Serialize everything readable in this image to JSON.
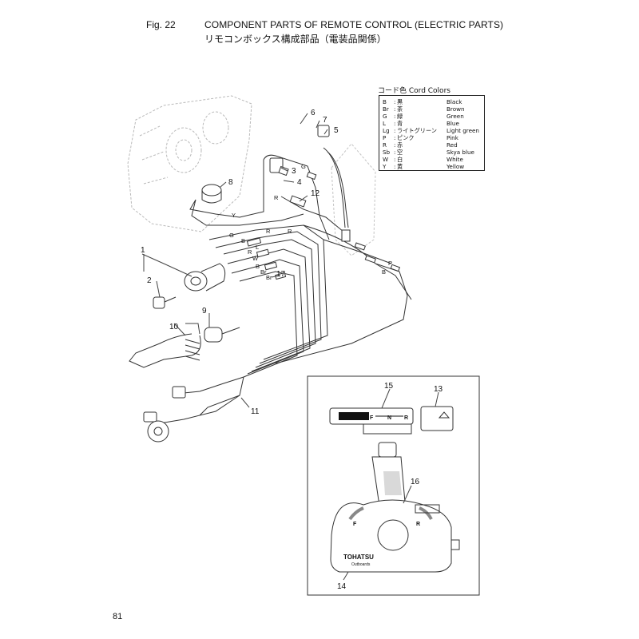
{
  "header": {
    "fig_label": "Fig. 22",
    "title": "COMPONENT PARTS OF REMOTE CONTROL (ELECTRIC PARTS)",
    "subtitle_jp": "リモコンボックス構成部品（電装品関係）"
  },
  "cord_colors": {
    "heading": "コード色 Cord Colors",
    "rows": [
      {
        "code": "B",
        "jp": "黒",
        "en": "Black"
      },
      {
        "code": "Br",
        "jp": "茶",
        "en": "Brown"
      },
      {
        "code": "G",
        "jp": "緑",
        "en": "Green"
      },
      {
        "code": "L",
        "jp": "青",
        "en": "Blue"
      },
      {
        "code": "Lg",
        "jp": "ライトグリーン",
        "en": "Light green"
      },
      {
        "code": "P",
        "jp": "ピンク",
        "en": "Pink"
      },
      {
        "code": "R",
        "jp": "赤",
        "en": "Red"
      },
      {
        "code": "Sb",
        "jp": "空",
        "en": "Skya blue"
      },
      {
        "code": "W",
        "jp": "白",
        "en": "White"
      },
      {
        "code": "Y",
        "jp": "黄",
        "en": "Yellow"
      }
    ]
  },
  "callouts": {
    "c1": "1",
    "c2": "2",
    "c3": "3",
    "c4": "4",
    "c5": "5",
    "c6": "6",
    "c7": "7",
    "c8": "8",
    "c9": "9",
    "c10": "10",
    "c11": "11",
    "c12": "12",
    "c13": "13",
    "c14": "14",
    "c15": "15",
    "c16": "16",
    "c17": "17"
  },
  "wire_labels": {
    "g_top": "G",
    "r_top": "R",
    "y": "Y",
    "g_mid": "G",
    "b_mid": "B",
    "r_mid": "R",
    "r_mid2": "R",
    "l": "L",
    "w": "W",
    "b2": "B",
    "br": "Br",
    "br2": "Br",
    "r_right": "R",
    "p": "P",
    "b_right": "B"
  },
  "indicator": {
    "f": "F",
    "n": "N",
    "r": "R"
  },
  "lever": {
    "brand": "TOHATSU",
    "brand_sub": "Outboards",
    "f_mark": "F",
    "r_mark": "R"
  },
  "footer": {
    "page_number": "81"
  }
}
